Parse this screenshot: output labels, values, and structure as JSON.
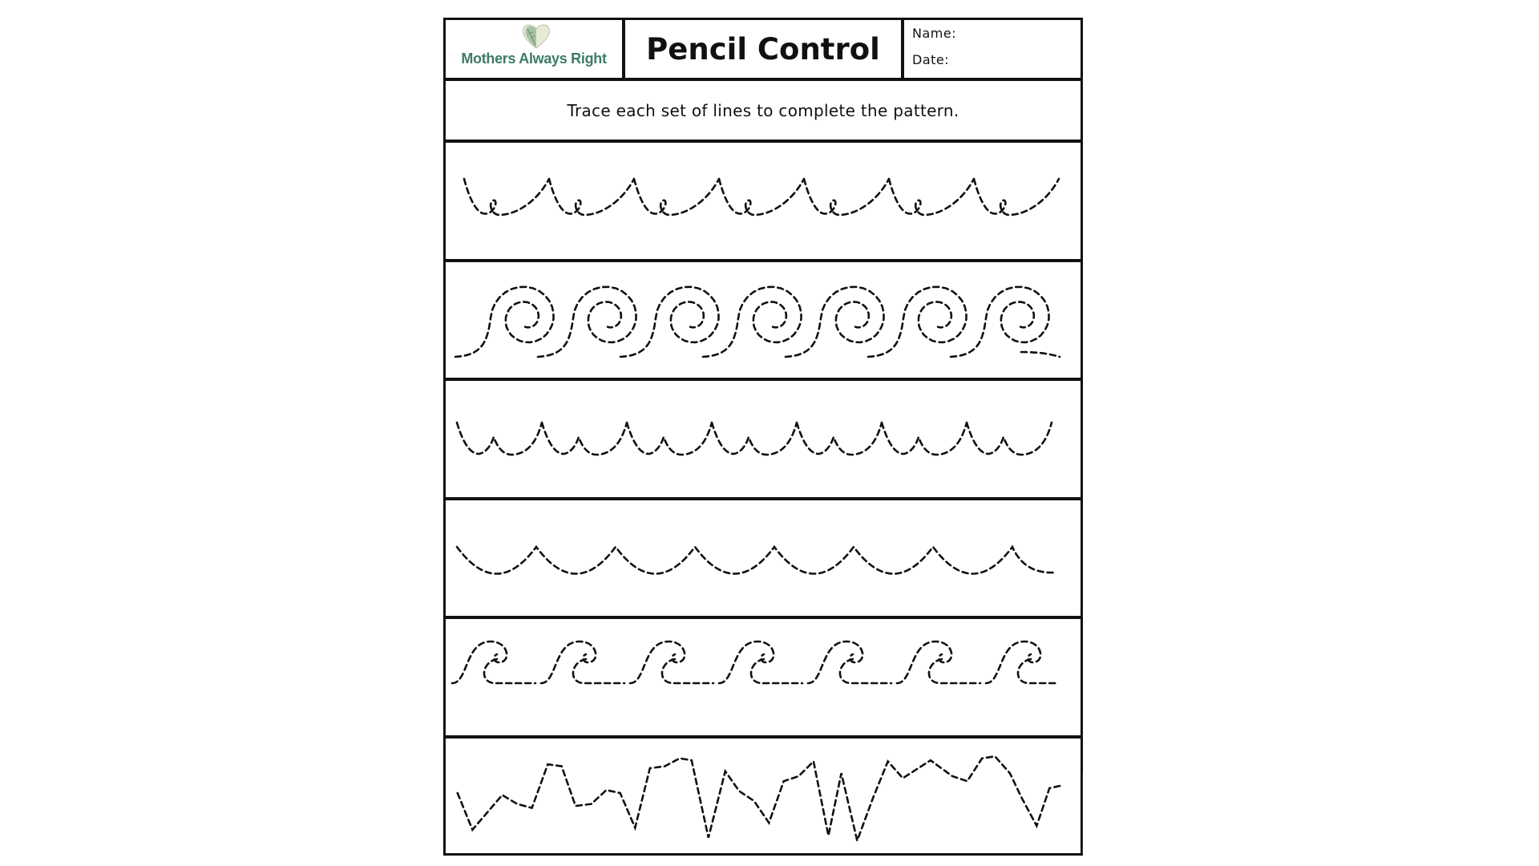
{
  "header": {
    "logo_text": "Mothers Always Right",
    "logo_icon": "heart-leaf-icon",
    "title": "Pencil Control",
    "name_label": "Name:",
    "date_label": "Date:"
  },
  "instructions": "Trace each set of lines to complete the pattern.",
  "colors": {
    "brand": "#3e7b66",
    "ink": "#111111"
  }
}
